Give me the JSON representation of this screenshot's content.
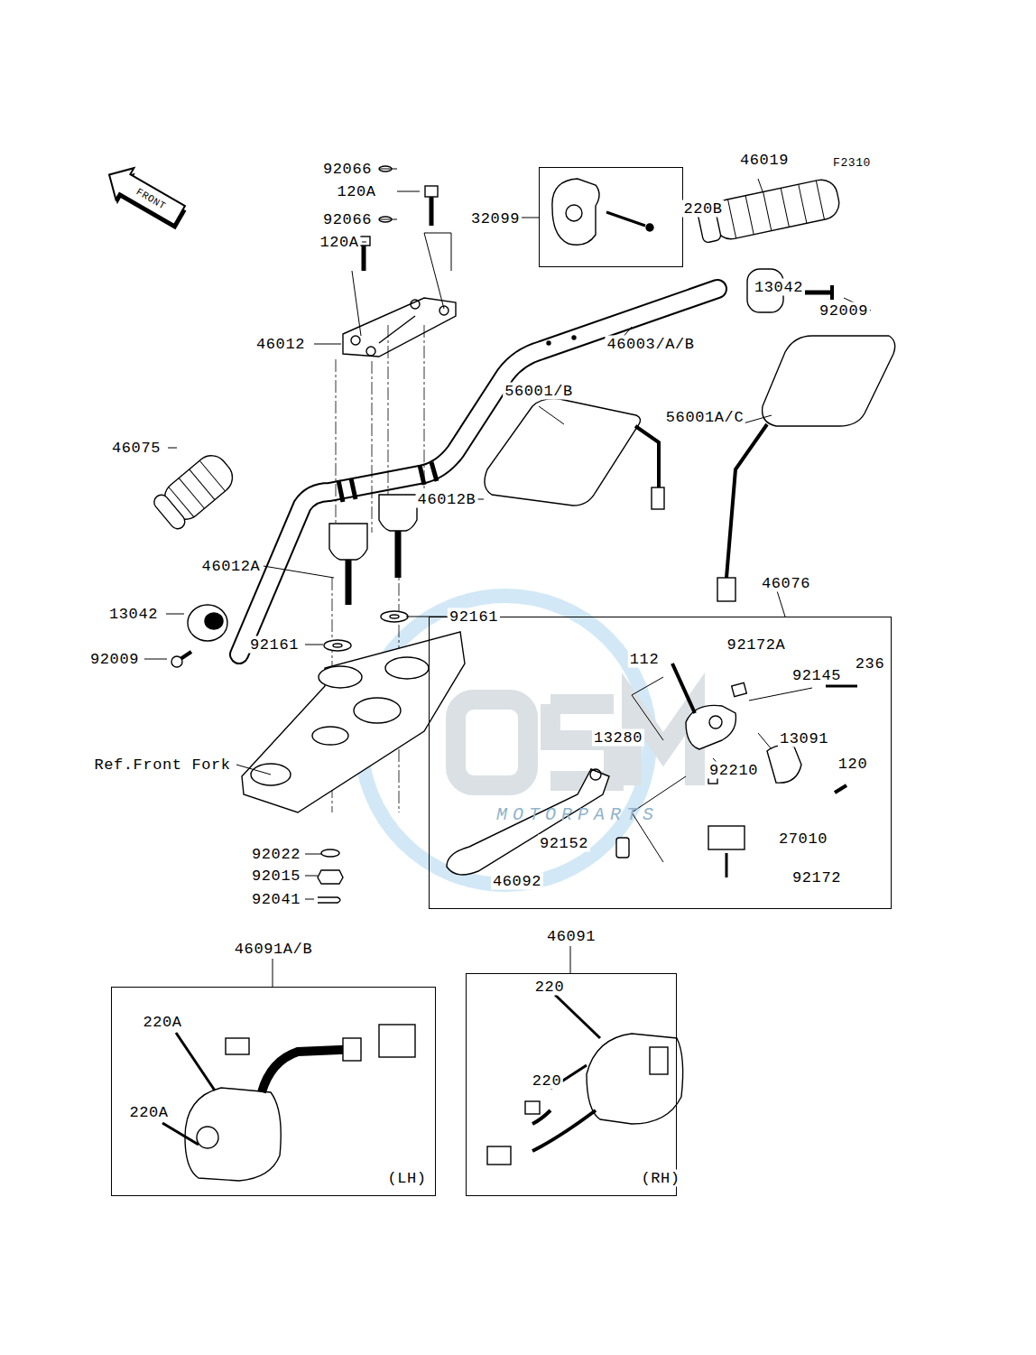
{
  "diagram": {
    "nodes": [
      {
        "text": [
          "32099"
        ]
      },
      {
        "text": [
          "46076"
        ]
      },
      {
        "text": [
          "46091A/B"
        ]
      },
      {
        "text": [
          "46091"
        ]
      }
    ],
    "labels": [
      "F2310",
      "FRONT",
      "92066",
      "120A",
      "92066",
      "120A",
      "220B",
      "46019",
      "46012",
      "46003/A/B",
      "13042",
      "92009",
      "56001/B",
      "56001A/C",
      "46075",
      "46012B",
      "46012A",
      "13042",
      "92161",
      "92161",
      "92009",
      "Ref.Front Fork",
      "92022",
      "92015",
      "92041",
      "112",
      "92172A",
      "92145",
      "236",
      "13280",
      "13091",
      "120",
      "92210",
      "92152",
      "27010",
      "46092",
      "92172",
      "220A",
      "220A",
      "(LH)",
      "220",
      "220",
      "(RH)",
      "MOTORPARTS"
    ]
  }
}
